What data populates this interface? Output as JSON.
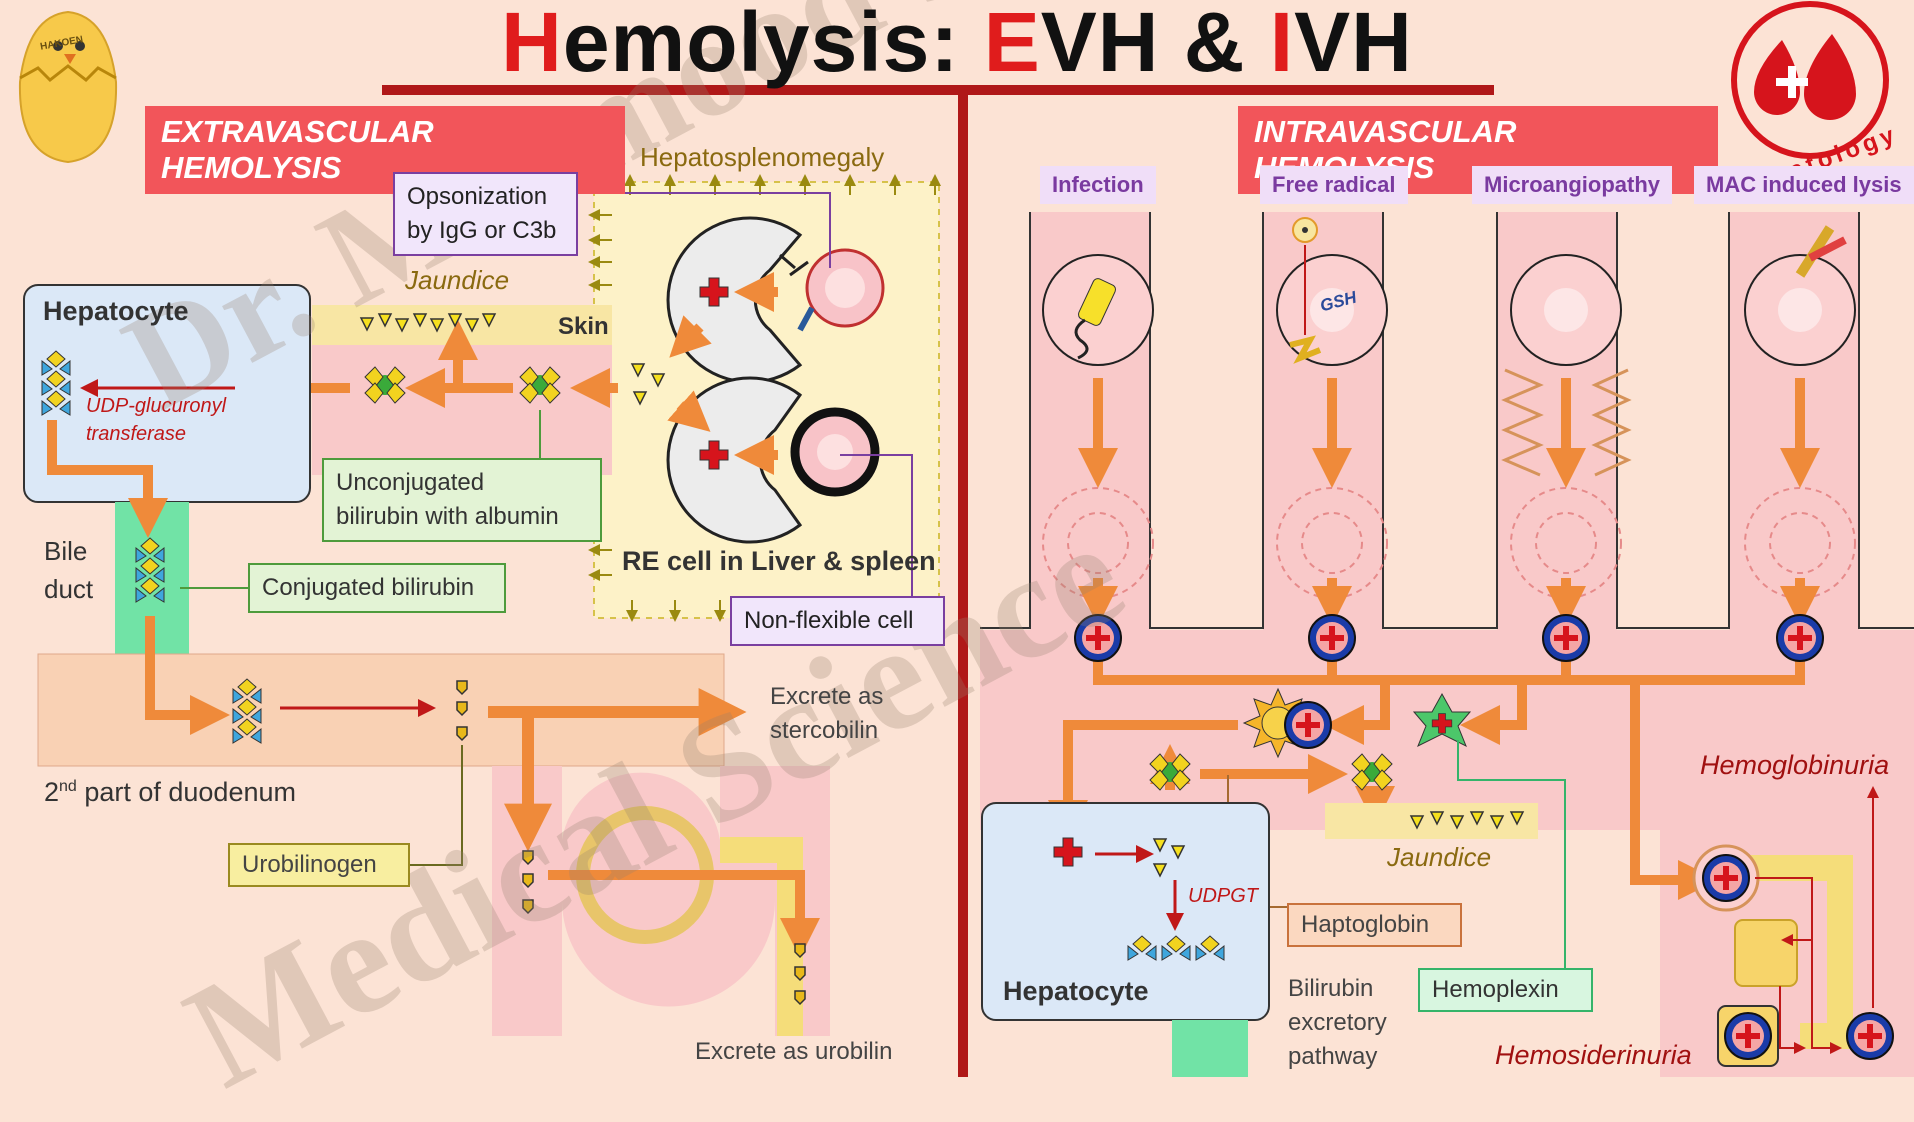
{
  "title": {
    "part1_red": "H",
    "part1": "emolysis: ",
    "part2_red": "E",
    "part2": "VH & ",
    "part3_red": "I",
    "part3": "VH"
  },
  "logos": {
    "left_chick_text": "HAKOEN",
    "right_logo_text": "Hematology"
  },
  "evh": {
    "banner": "EXTRAVASCULAR HEMOLYSIS",
    "hepatosplenomegaly": "Hepatosplenomegaly",
    "opsonization": [
      "Opsonization",
      "by IgG or C3b"
    ],
    "jaundice": "Jaundice",
    "skin": "Skin",
    "hepatocyte": "Hepatocyte",
    "udp_enzyme": [
      "UDP-glucuronyl",
      "transferase"
    ],
    "unconjugated": [
      "Unconjugated",
      "bilirubin with albumin"
    ],
    "re_cell": "RE cell in Liver & spleen",
    "bile_duct": [
      "Bile",
      "duct"
    ],
    "conjugated": "Conjugated bilirubin",
    "non_flexible": "Non-flexible cell",
    "duodenum_prefix": "2",
    "duodenum_sup": "nd",
    "duodenum_suffix": " part of duodenum",
    "excrete_stercobilin": [
      "Excrete as",
      "stercobilin"
    ],
    "urobilinogen": "Urobilinogen",
    "excrete_urobilin": "Excrete as urobilin"
  },
  "ivh": {
    "banner": "INTRAVASCULAR HEMOLYSIS",
    "causes": [
      "Infection",
      "Free radical",
      "Microangiopathy",
      "MAC induced lysis"
    ],
    "gsh": "GSH",
    "hemoglobinuria": "Hemoglobinuria",
    "jaundice": "Jaundice",
    "udpgt": "UDPGT",
    "haptoglobin": "Haptoglobin",
    "hepatocyte": "Hepatocyte",
    "bilirubin_pathway": [
      "Bilirubin",
      "excretory",
      "pathway"
    ],
    "hemoplexin": "Hemoplexin",
    "hemosiderinuria": "Hemosiderinuria"
  },
  "watermark": [
    "Dr. Mehmood's Core Physiology and",
    "Medical Science"
  ],
  "colors": {
    "accent_red": "#e01c1c",
    "banner": "#f2555a",
    "arrow_orange": "#ef8a3a",
    "divider": "#b01818",
    "vessel_pink": "#f9c9c9"
  }
}
